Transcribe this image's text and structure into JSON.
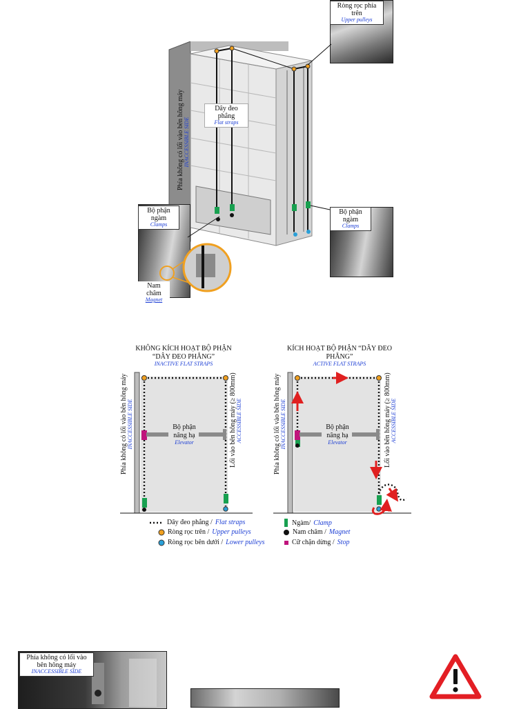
{
  "top_figure": {
    "upper_pulleys": {
      "vi": "Ròng rọc phía trên",
      "en": "Upper pulleys"
    },
    "flat_straps": {
      "vi": "Dây đeo phẳng",
      "en": "Flat straps"
    },
    "inaccessible_side": {
      "vi": "Phía không có lối vào bên hông máy",
      "en": "INACCESSIBLE SIDE"
    },
    "clamps_left": {
      "vi": "Bộ phận ngàm",
      "en": "Clamps"
    },
    "clamps_right": {
      "vi": "Bộ phận ngàm",
      "en": "Clamps"
    },
    "magnet": {
      "vi": "Nam châm",
      "en": "Magnet"
    }
  },
  "diagrams": {
    "inactive": {
      "title_vi": "KHÔNG KÍCH HOẠT BỘ PHẬN “DÂY ĐEO PHẲNG”",
      "title_en": "INACTIVE FLAT STRAPS",
      "left_side_vi": "Phía không có lối vào bên hông máy",
      "left_side_en": "INACCESSIBLE SIDE",
      "right_side_vi": "Lối vào bên hông máy (≥ 800mm)",
      "right_side_en": "ACCESSIBLE SIDE",
      "elevator_vi": "Bộ phận nâng hạ",
      "elevator_en": "Elevator"
    },
    "active": {
      "title_vi": "KÍCH HOẠT BỘ PHẬN “DÂY ĐEO PHẲNG”",
      "title_en": "ACTIVE FLAT STRAPS",
      "left_side_vi": "Phía không có lối vào bên hông máy",
      "left_side_en": "INACCESSIBLE SIDE",
      "right_side_vi": "Lối vào bên hông máy (≥ 800mm)",
      "right_side_en": "ACCESSIBLE SIDE",
      "elevator_vi": "Bộ phận nâng hạ",
      "elevator_en": "Elevator"
    }
  },
  "legend": {
    "flat_straps": {
      "vi": "Dây đeo phẳng /",
      "en": "Flat straps"
    },
    "upper_pulleys": {
      "vi": "Ròng rọc trên /",
      "en": "Upper pulleys"
    },
    "lower_pulleys": {
      "vi": "Ròng rọc bên dưới /",
      "en": "Lower pulleys"
    },
    "clamp": {
      "vi": "Ngàm/",
      "en": "Clamp"
    },
    "magnet": {
      "vi": "Nam châm /",
      "en": "Magnet"
    },
    "stop": {
      "vi": "Cữ chặn dừng /",
      "en": "Stop"
    }
  },
  "bottom_figure": {
    "inaccessible_side": {
      "vi": "Phía không có lối vào bên hông máy",
      "en": "INACCESSIBLE SIDE"
    }
  },
  "colors": {
    "upper_pulley": "#f0a020",
    "lower_pulley": "#2aa0d8",
    "clamp": "#18a050",
    "magnet": "#111111",
    "stop": "#c0147c",
    "arrow": "#e02020",
    "english_text": "#1a3cd4"
  },
  "icons": [
    "warning-triangle-icon"
  ]
}
